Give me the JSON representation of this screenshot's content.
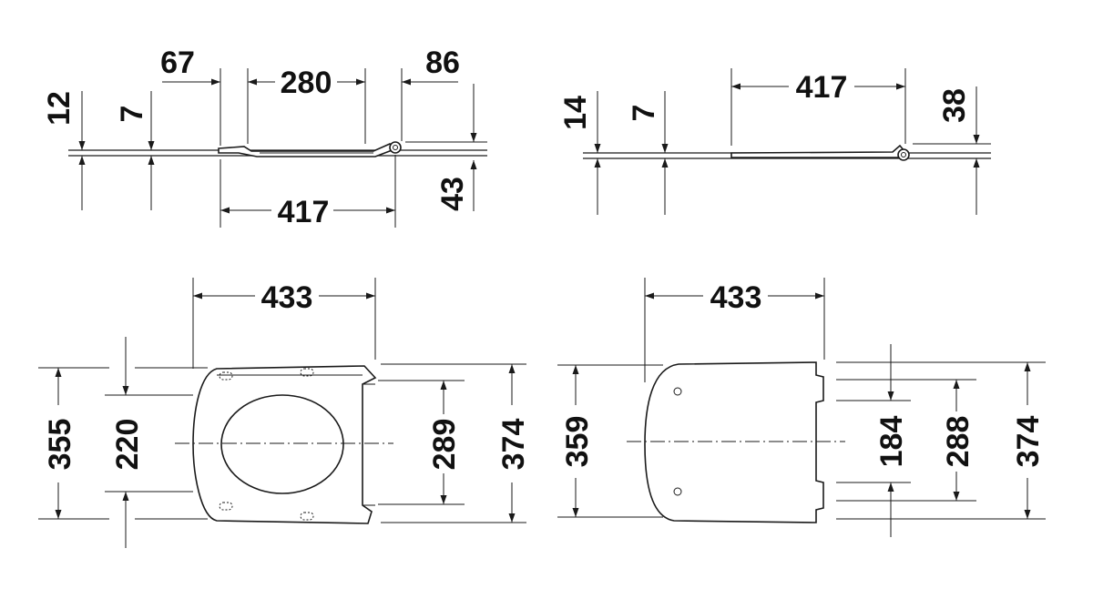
{
  "side_view_top": {
    "overhang_width": "67",
    "hinge_spacing": "280",
    "hinge_offset": "86",
    "seat_thickness": "12",
    "ring_gap": "7",
    "overall_length": "417",
    "hinge_height": "43"
  },
  "side_view_lid": {
    "seat_thickness": "14",
    "ring_gap": "7",
    "overall_length": "417",
    "hinge_height": "38"
  },
  "plan_view_open": {
    "overall_length": "433",
    "outer_width": "355",
    "inner_opening": "220",
    "hinge_bar_length": "289",
    "overall_width": "374"
  },
  "plan_view_closed": {
    "overall_length": "433",
    "lid_width": "359",
    "hinge_spacing": "184",
    "hinge_bar_length": "288",
    "overall_width": "374"
  },
  "colors": {
    "line": "#1a1a1a",
    "background": "#ffffff"
  }
}
